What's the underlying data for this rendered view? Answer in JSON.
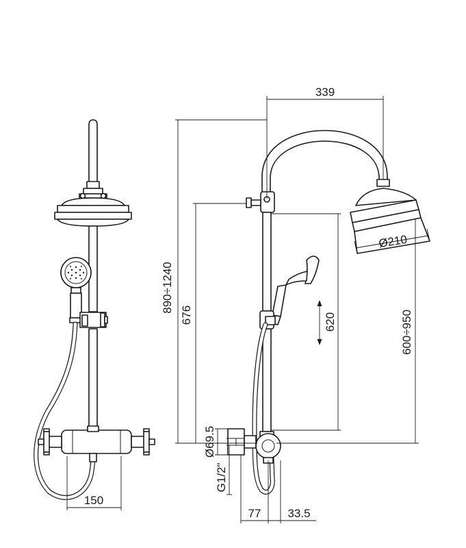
{
  "dimensions": {
    "d339": "339",
    "d890_1240": "890÷1240",
    "d676": "676",
    "d210": "Ø210",
    "d620": "620",
    "d600_950": "600÷950",
    "d69_5": "Ø69.5",
    "g1_2": "G1/2\"",
    "d150": "150",
    "d77": "77",
    "d33_5": "33.5"
  }
}
